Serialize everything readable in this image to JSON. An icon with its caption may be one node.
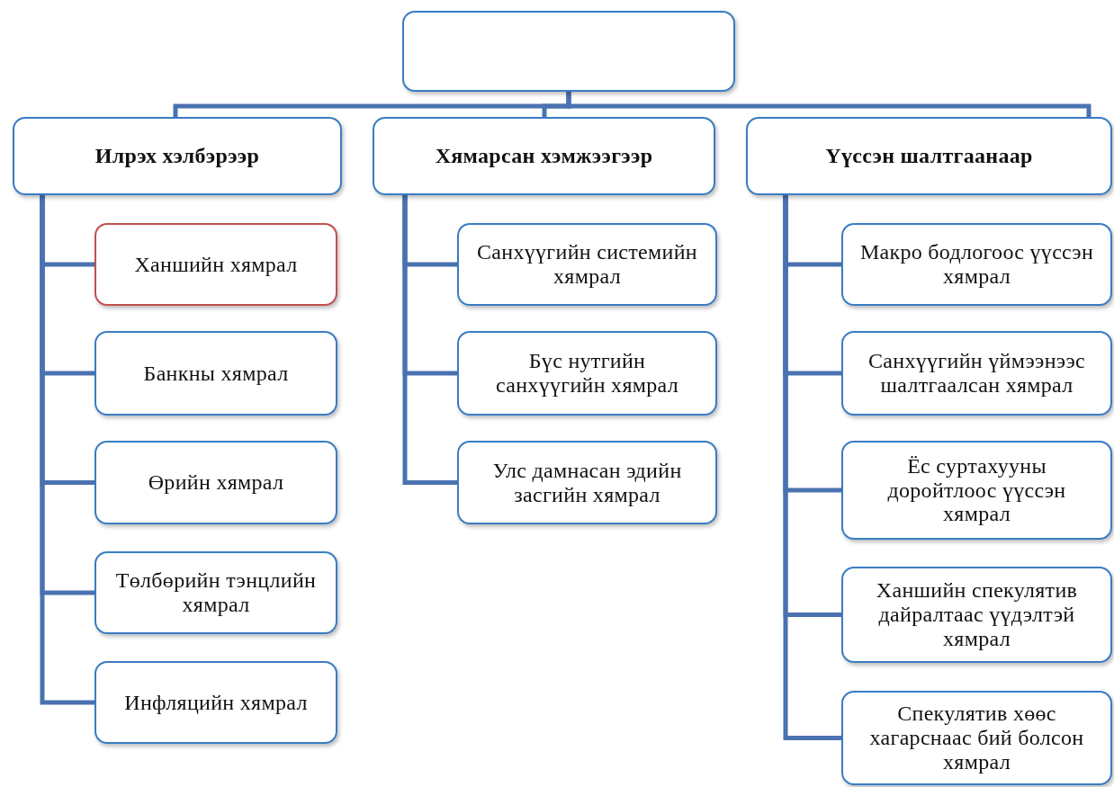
{
  "diagram": {
    "nodes": [
      {
        "text": [],
        "shape": "box"
      },
      {
        "text": [
          "Илрэх хэлбэрээр"
        ]
      },
      {
        "text": [
          "Хямарсан хэмжээгээр"
        ]
      },
      {
        "text": [
          "Үүссэн шалтгаанаар"
        ]
      },
      {
        "text": [
          "Ханшийн хямрал"
        ]
      },
      {
        "text": [
          "Банкны хямрал"
        ]
      },
      {
        "text": [
          "Өрийн хямрал"
        ]
      },
      {
        "text": [
          "Төлбөрийн тэнцлийн хямрал"
        ]
      },
      {
        "text": [
          "Инфляцийн хямрал"
        ]
      },
      {
        "text": [
          "Санхүүгийн системийн хямрал"
        ]
      },
      {
        "text": [
          "Бүс нутгийн санхүүгийн хямрал"
        ]
      },
      {
        "text": [
          "Улс дамнасан эдийн засгийн хямрал"
        ]
      },
      {
        "text": [
          "Макро бодлогоос үүссэн хямрал"
        ]
      },
      {
        "text": [
          "Санхүүгийн үймээнээс шалтгаалсан хямрал"
        ]
      },
      {
        "text": [
          "Ёс суртахууны доройтлоос үүссэн хямрал"
        ]
      },
      {
        "text": [
          "Ханшийн спекулятив дайралтаас үүдэлтэй хямрал"
        ]
      },
      {
        "text": [
          "Спекулятив хөөс хагарснаас бий болсон хямрал"
        ]
      }
    ],
    "edges": [
      {
        "from": 0,
        "to": 1,
        "arrow": "none"
      },
      {
        "from": 0,
        "to": 2,
        "arrow": "none"
      },
      {
        "from": 0,
        "to": 3,
        "arrow": "none"
      },
      {
        "from": 1,
        "to": 4,
        "arrow": "none"
      },
      {
        "from": 1,
        "to": 5,
        "arrow": "none"
      },
      {
        "from": 1,
        "to": 6,
        "arrow": "none"
      },
      {
        "from": 1,
        "to": 7,
        "arrow": "none"
      },
      {
        "from": 1,
        "to": 8,
        "arrow": "none"
      },
      {
        "from": 2,
        "to": 9,
        "arrow": "none"
      },
      {
        "from": 2,
        "to": 10,
        "arrow": "none"
      },
      {
        "from": 2,
        "to": 11,
        "arrow": "none"
      },
      {
        "from": 3,
        "to": 12,
        "arrow": "none"
      },
      {
        "from": 3,
        "to": 13,
        "arrow": "none"
      },
      {
        "from": 3,
        "to": 14,
        "arrow": "none"
      },
      {
        "from": 3,
        "to": 15,
        "arrow": "none"
      },
      {
        "from": 3,
        "to": 16,
        "arrow": "none"
      }
    ]
  }
}
